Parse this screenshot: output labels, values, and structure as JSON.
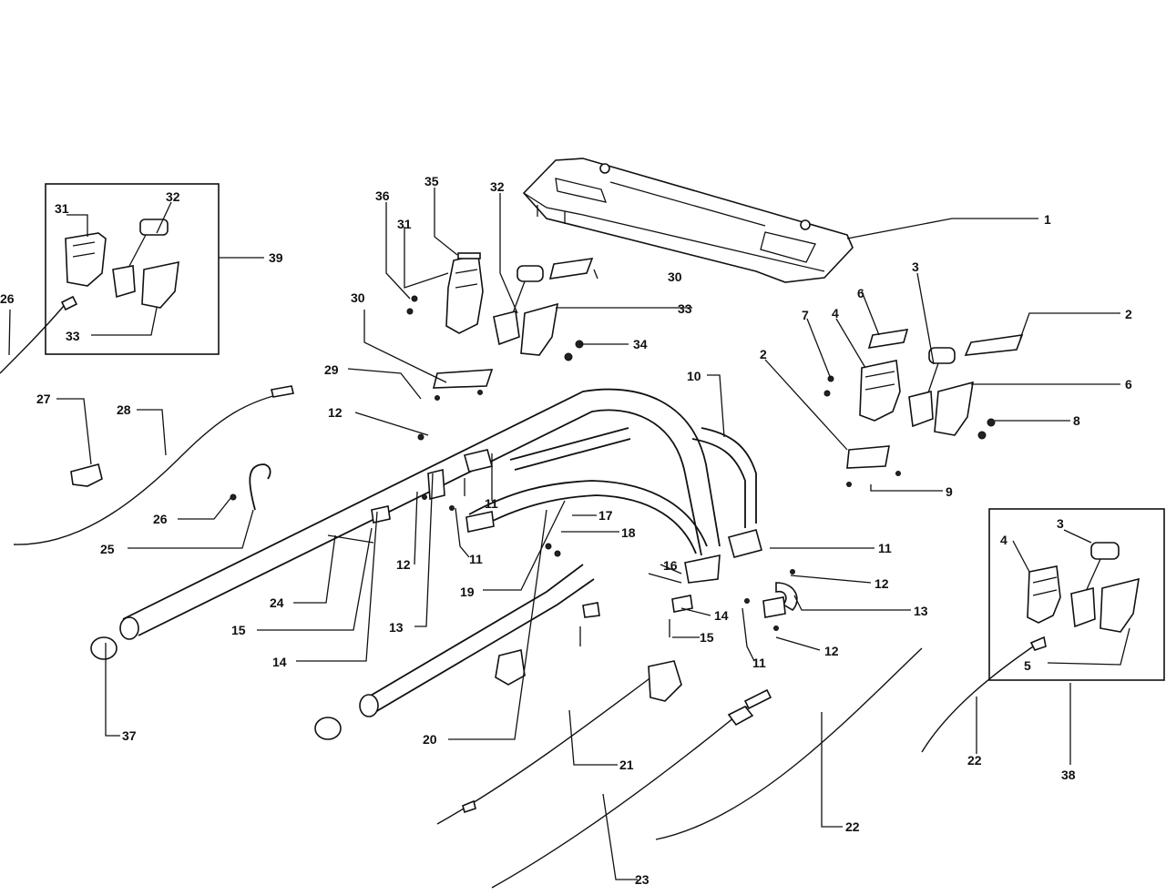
{
  "labels": [
    {
      "id": "p1",
      "text": "1"
    },
    {
      "id": "p2a",
      "text": "2"
    },
    {
      "id": "p2b",
      "text": "2"
    },
    {
      "id": "p3a",
      "text": "3"
    },
    {
      "id": "p3b",
      "text": "3"
    },
    {
      "id": "p4a",
      "text": "4"
    },
    {
      "id": "p4b",
      "text": "4"
    },
    {
      "id": "p5",
      "text": "5"
    },
    {
      "id": "p6a",
      "text": "6"
    },
    {
      "id": "p6b",
      "text": "6"
    },
    {
      "id": "p7",
      "text": "7"
    },
    {
      "id": "p8",
      "text": "8"
    },
    {
      "id": "p9",
      "text": "9"
    },
    {
      "id": "p10",
      "text": "10"
    },
    {
      "id": "p11a",
      "text": "11"
    },
    {
      "id": "p11b",
      "text": "11"
    },
    {
      "id": "p11c",
      "text": "11"
    },
    {
      "id": "p11d",
      "text": "11"
    },
    {
      "id": "p12a",
      "text": "12"
    },
    {
      "id": "p12b",
      "text": "12"
    },
    {
      "id": "p12c",
      "text": "12"
    },
    {
      "id": "p12d",
      "text": "12"
    },
    {
      "id": "p13a",
      "text": "13"
    },
    {
      "id": "p13b",
      "text": "13"
    },
    {
      "id": "p14a",
      "text": "14"
    },
    {
      "id": "p14b",
      "text": "14"
    },
    {
      "id": "p15a",
      "text": "15"
    },
    {
      "id": "p15b",
      "text": "15"
    },
    {
      "id": "p16",
      "text": "16"
    },
    {
      "id": "p17",
      "text": "17"
    },
    {
      "id": "p18",
      "text": "18"
    },
    {
      "id": "p19",
      "text": "19"
    },
    {
      "id": "p20",
      "text": "20"
    },
    {
      "id": "p21",
      "text": "21"
    },
    {
      "id": "p22a",
      "text": "22"
    },
    {
      "id": "p22b",
      "text": "22"
    },
    {
      "id": "p23",
      "text": "23"
    },
    {
      "id": "p24",
      "text": "24"
    },
    {
      "id": "p25",
      "text": "25"
    },
    {
      "id": "p26a",
      "text": "26"
    },
    {
      "id": "p26b",
      "text": "26"
    },
    {
      "id": "p27",
      "text": "27"
    },
    {
      "id": "p28",
      "text": "28"
    },
    {
      "id": "p29",
      "text": "29"
    },
    {
      "id": "p30a",
      "text": "30"
    },
    {
      "id": "p30b",
      "text": "30"
    },
    {
      "id": "p31a",
      "text": "31"
    },
    {
      "id": "p31b",
      "text": "31"
    },
    {
      "id": "p32a",
      "text": "32"
    },
    {
      "id": "p32b",
      "text": "32"
    },
    {
      "id": "p33a",
      "text": "33"
    },
    {
      "id": "p33b",
      "text": "33"
    },
    {
      "id": "p34",
      "text": "34"
    },
    {
      "id": "p35",
      "text": "35"
    },
    {
      "id": "p36",
      "text": "36"
    },
    {
      "id": "p37",
      "text": "37"
    },
    {
      "id": "p38",
      "text": "38"
    },
    {
      "id": "p39",
      "text": "39"
    }
  ]
}
